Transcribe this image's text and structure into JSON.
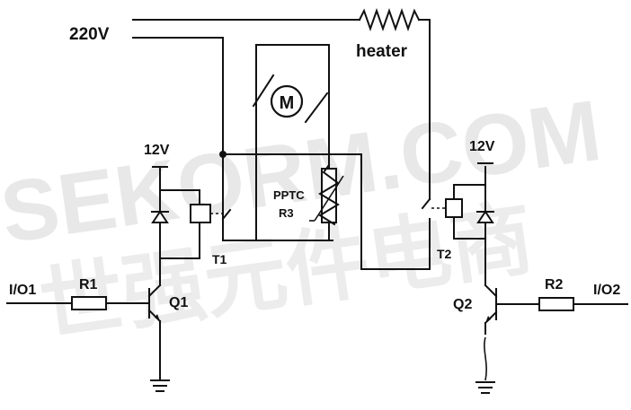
{
  "watermark": {
    "latin": "SEKORM.COM",
    "cjk": "世强元件电商"
  },
  "labels": {
    "supply": "220V",
    "heater": "heater",
    "motor": "M",
    "vcc_left": "12V",
    "vcc_right": "12V",
    "ppt_line1": "PPTC",
    "ppt_line2": "R3",
    "relay_left": "T1",
    "relay_right": "T2",
    "io_left": "I/O1",
    "io_right": "I/O2",
    "res_left": "R1",
    "res_right": "R2",
    "tr_left": "Q1",
    "tr_right": "Q2"
  }
}
